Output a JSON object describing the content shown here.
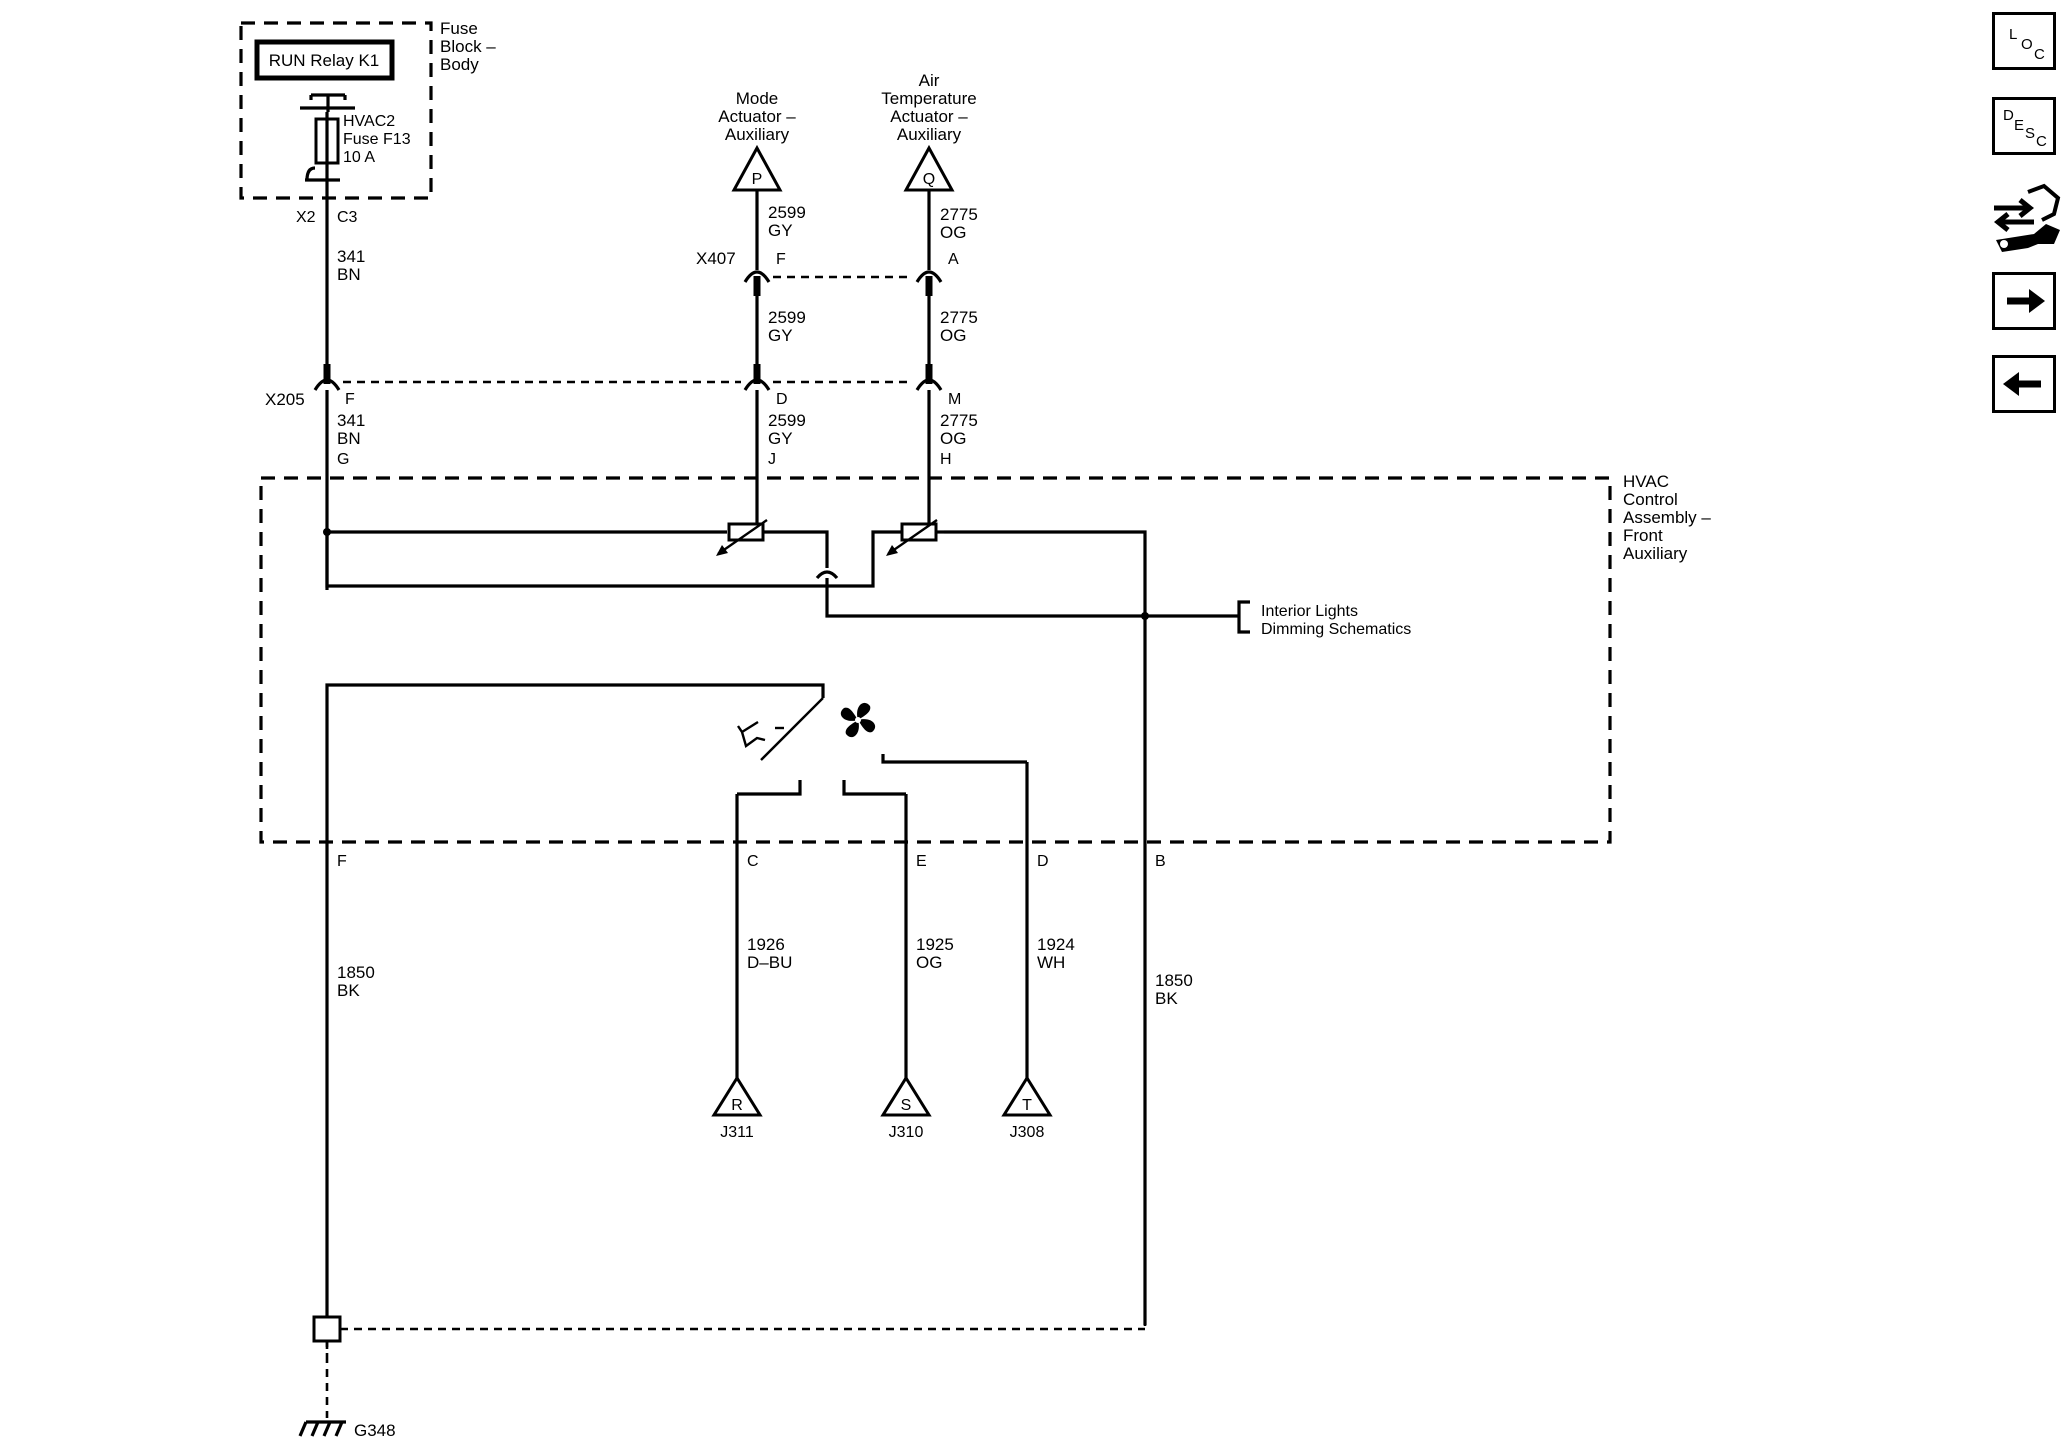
{
  "fuse_block": {
    "title": [
      "Fuse",
      "Block –",
      "Body"
    ],
    "relay": "RUN Relay K1",
    "fuse": [
      "HVAC2",
      "Fuse F13",
      "10 A"
    ],
    "conn_x2": "X2",
    "conn_c3": "C3"
  },
  "wires": {
    "w341": [
      "341",
      "BN"
    ],
    "w2599": [
      "2599",
      "GY"
    ],
    "w2775": [
      "2775",
      "OG"
    ],
    "w1926": [
      "1926",
      "D–BU"
    ],
    "w1925": [
      "1925",
      "OG"
    ],
    "w1924": [
      "1924",
      "WH"
    ],
    "w1850": [
      "1850",
      "BK"
    ]
  },
  "actuators": {
    "mode": {
      "name": [
        "Mode",
        "Actuator –",
        "Auxiliary"
      ],
      "ref": "P"
    },
    "air": {
      "name": [
        "Air",
        "Temperature",
        "Actuator –",
        "Auxiliary"
      ],
      "ref": "Q"
    }
  },
  "connectors": {
    "x407": "X407",
    "x407_pin_mode": "F",
    "x407_pin_air": "A",
    "x205": "X205",
    "x205_pin_341": "F",
    "x205_pin_2599": "D",
    "x205_pin_2775": "M"
  },
  "hvac_control": {
    "name": [
      "HVAC",
      "Control",
      "Assembly –",
      "Front",
      "Auxiliary"
    ],
    "pin_top_341": "G",
    "pin_top_2599": "J",
    "pin_top_2775": "H",
    "pin_f": "F",
    "pin_c": "C",
    "pin_e": "E",
    "pin_d": "D",
    "pin_b": "B"
  },
  "dimming": [
    "Interior Lights",
    "Dimming Schematics"
  ],
  "splices": {
    "r": {
      "ref": "R",
      "id": "J311"
    },
    "s": {
      "ref": "S",
      "id": "J310"
    },
    "t": {
      "ref": "T",
      "id": "J308"
    }
  },
  "ground": "G348",
  "sidebar": {
    "loc": [
      "L",
      "O",
      "C"
    ],
    "desc": [
      "D",
      "E",
      "S",
      "C"
    ],
    "buttons": [
      "location-button",
      "description-button",
      "connector-tool-button",
      "next-page-button",
      "previous-page-button"
    ]
  }
}
